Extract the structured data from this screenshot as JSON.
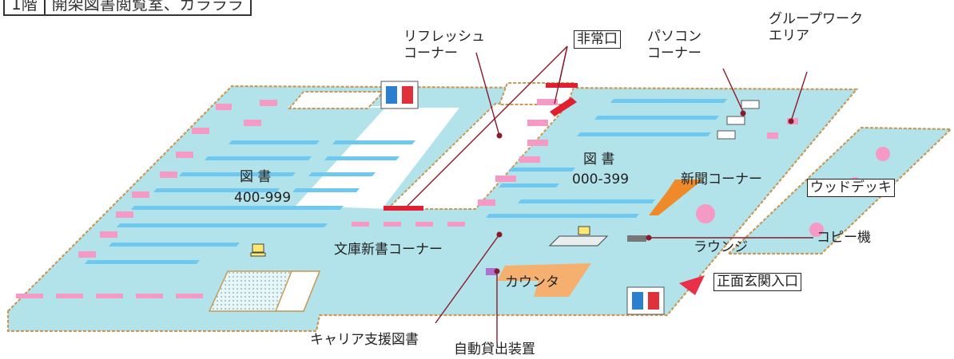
{
  "title": {
    "floor": "1階",
    "name": "開架図書閲覧室、ガラララ"
  },
  "labels": {
    "books_left": "図 書",
    "books_left_range": "400-999",
    "books_right": "図 書",
    "books_right_range": "000-399",
    "refresh_corner": "リフレッシュ\nコーナー",
    "emergency_exit": "非常口",
    "pc_corner": "パソコン\nコーナー",
    "group_work": "グループワーク\nエリア",
    "wood_deck": "ウッドデッキ",
    "newspaper": "新聞コーナー",
    "lounge": "ラウンジ",
    "copier": "コピー機",
    "bunko": "文庫新書コーナー",
    "counter": "カウンタ",
    "main_entrance": "正面玄関入口",
    "career": "キャリア支援図書",
    "auto_lending": "自動貸出装置"
  },
  "colors": {
    "floor": "#b3e3ea",
    "wall": "#c89a5a",
    "shelf": "#6ec8ef",
    "table": "#f59ac4",
    "exit_marker": "#e02030",
    "pointer": "#8a1a2a",
    "counter": "#f5b070",
    "newspaper": "#ee8a2a",
    "entrance_arrow": "#e8304a"
  },
  "icons": [
    "restroom-icon",
    "computer-icon",
    "entrance-arrow-icon"
  ]
}
